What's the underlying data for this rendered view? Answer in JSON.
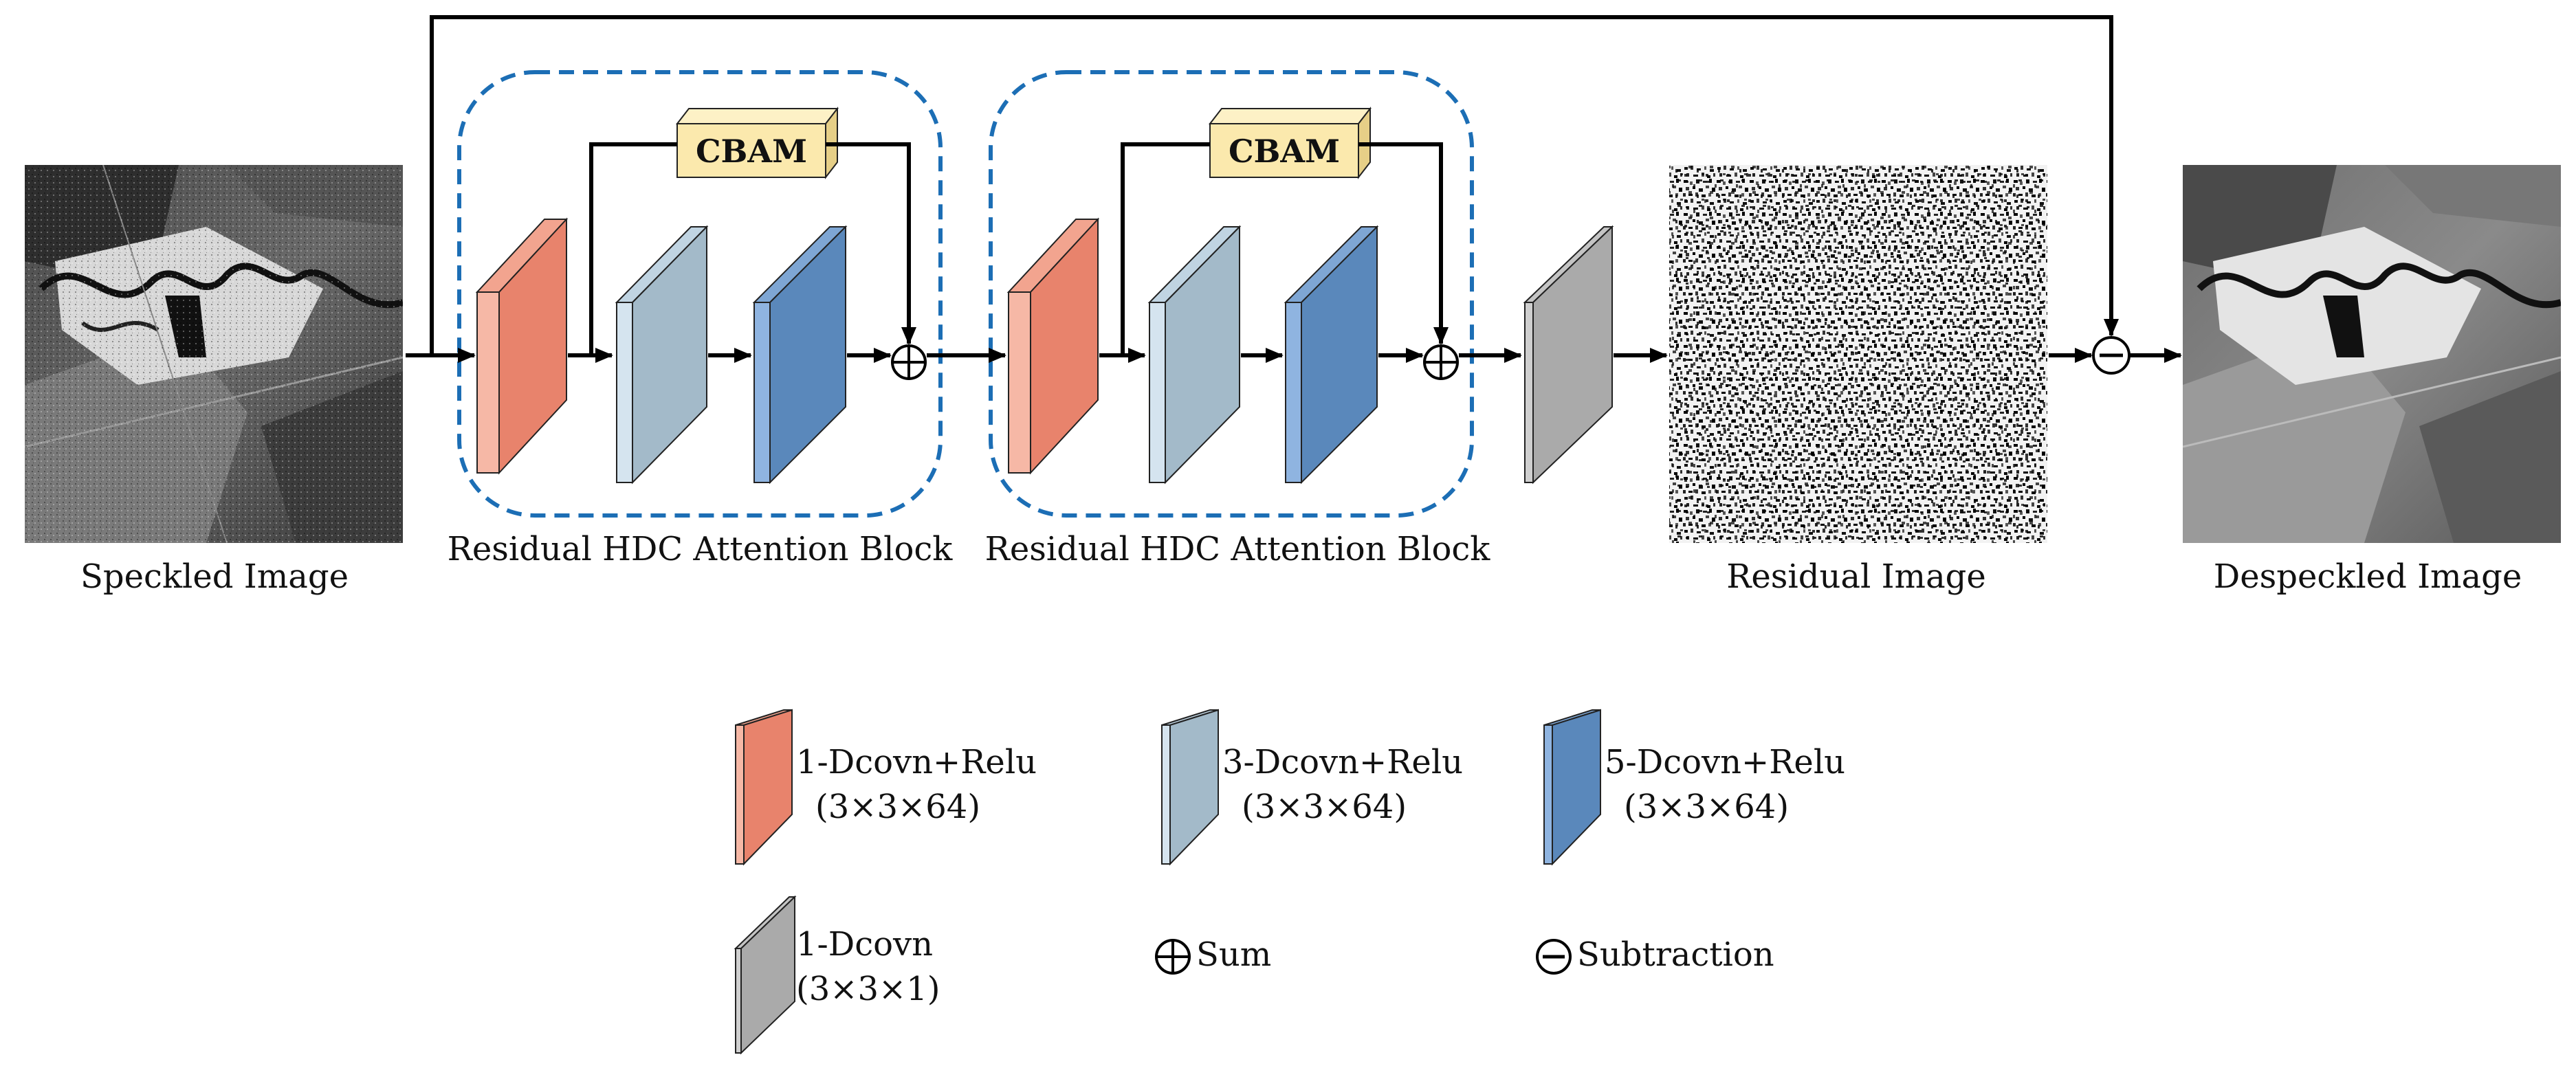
{
  "images": {
    "speckled": {
      "caption": "Speckled Image"
    },
    "residual": {
      "caption": "Residual Image"
    },
    "despeckled": {
      "caption": "Despeckled Image"
    }
  },
  "blocks": [
    {
      "caption": "Residual HDC Attention Block",
      "attention_label": "CBAM"
    },
    {
      "caption": "Residual HDC Attention Block",
      "attention_label": "CBAM"
    }
  ],
  "legend": {
    "d1_relu": {
      "line1": "1-Dcovn+Relu",
      "line2": "(3×3×64)",
      "color": "#e8836c"
    },
    "d3_relu": {
      "line1": "3-Dcovn+Relu",
      "line2": "(3×3×64)",
      "color": "#a3bac9"
    },
    "d5_relu": {
      "line1": "5-Dcovn+Relu",
      "line2": "(3×3×64)",
      "color": "#5a88bb"
    },
    "d1": {
      "line1": "1-Dcovn",
      "line2": "(3×3×1)",
      "color": "#aaaaaa"
    },
    "sum": {
      "label": "Sum"
    },
    "subtraction": {
      "label": "Subtraction"
    }
  },
  "colors": {
    "block_border": "#1c6eb5",
    "cbam_fill": "#fbe9ad",
    "arrow": "#000000"
  }
}
